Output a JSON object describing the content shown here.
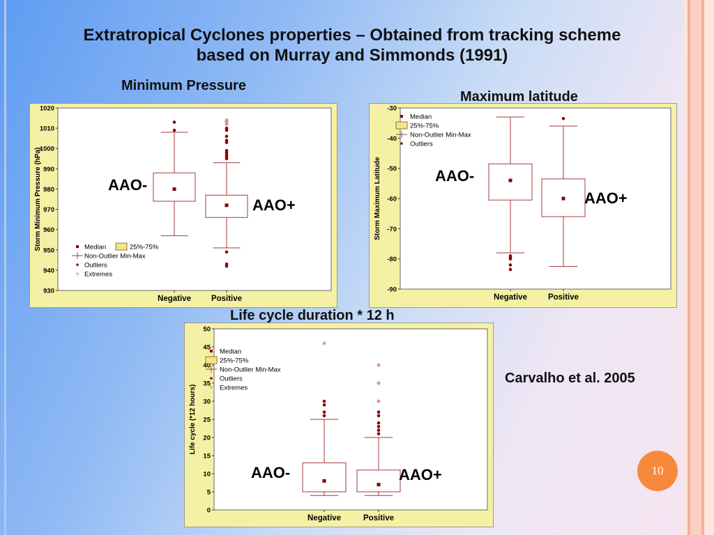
{
  "slide": {
    "title_line1": "Extratropical Cyclones properties – Obtained from tracking scheme",
    "title_line2": "based on Murray and Simmonds (1991)",
    "citation": "Carvalho et al. 2005",
    "page_number": "10",
    "label_neg": "AAO-",
    "label_pos": "AAO+"
  },
  "chart_data": [
    {
      "type": "box",
      "caption": "Minimum Pressure",
      "ylabel": "Storm Minimum Pressure (hPa)",
      "ylim": [
        930,
        1020
      ],
      "yticks": [
        930,
        940,
        950,
        960,
        970,
        980,
        990,
        1000,
        1010,
        1020
      ],
      "categories": [
        "Negative",
        "Positive"
      ],
      "boxes": [
        {
          "category": "Negative",
          "median": 980,
          "q1": 974,
          "q3": 988,
          "min": 957,
          "max": 1008,
          "outliers": [
            1009,
            1013
          ],
          "extremes": []
        },
        {
          "category": "Positive",
          "median": 972,
          "q1": 966,
          "q3": 977,
          "min": 951,
          "max": 993,
          "outliers": [
            942,
            943,
            949,
            995,
            996,
            997,
            998,
            999,
            1003,
            1004,
            1006,
            1009,
            1010
          ],
          "extremes": [
            1012,
            1013,
            1014
          ]
        }
      ],
      "legend": {
        "median": "Median",
        "box": "25%-75%",
        "whisker": "Non-Outlier Min-Max",
        "outliers": "Outliers",
        "extremes": "Extremes"
      }
    },
    {
      "type": "box",
      "caption": "Maximum latitude",
      "ylabel": "Storm Maximum Latitude",
      "ylim": [
        -90,
        -30
      ],
      "yticks": [
        -90,
        -80,
        -70,
        -60,
        -50,
        -40,
        -30
      ],
      "categories": [
        "Negative",
        "Positive"
      ],
      "boxes": [
        {
          "category": "Negative",
          "median": -54,
          "q1": -60.5,
          "q3": -48.5,
          "min": -78,
          "max": -33,
          "outliers": [
            -79,
            -79.5,
            -80,
            -82,
            -83.5
          ],
          "extremes": []
        },
        {
          "category": "Positive",
          "median": -60,
          "q1": -66,
          "q3": -53.5,
          "min": -82.5,
          "max": -36,
          "outliers": [
            -33.5
          ],
          "extremes": []
        }
      ],
      "legend": {
        "median": "Median",
        "box": "25%-75%",
        "whisker": "Non-Outlier Min-Max",
        "outliers": "Outliers"
      }
    },
    {
      "type": "box",
      "caption": "Life cycle duration * 12 h",
      "ylabel": "Life cycle (*12 hours)",
      "ylim": [
        0,
        50
      ],
      "yticks": [
        0,
        5,
        10,
        15,
        20,
        25,
        30,
        35,
        40,
        45,
        50
      ],
      "categories": [
        "Negative",
        "Positive"
      ],
      "boxes": [
        {
          "category": "Negative",
          "median": 8,
          "q1": 5,
          "q3": 13,
          "min": 4,
          "max": 25,
          "outliers": [
            26,
            27,
            29,
            30
          ],
          "extremes": [
            46
          ]
        },
        {
          "category": "Positive",
          "median": 7,
          "q1": 5,
          "q3": 11,
          "min": 4,
          "max": 20,
          "outliers": [
            21,
            22,
            23,
            24,
            26,
            27
          ],
          "extremes": [
            30,
            35,
            40
          ]
        }
      ],
      "legend": {
        "median": "Median",
        "box": "25%-75%",
        "whisker": "Non-Outlier Min-Max",
        "outliers": "Outliers",
        "extremes": "Extremes"
      }
    }
  ]
}
